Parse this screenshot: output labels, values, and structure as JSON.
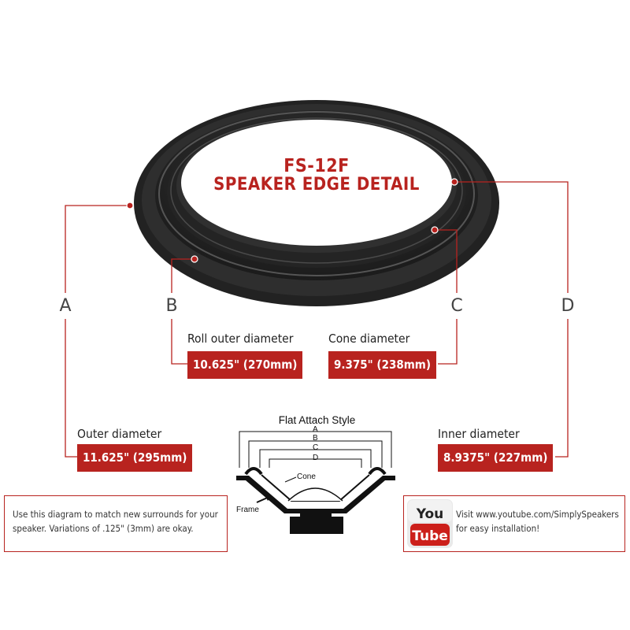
{
  "title": {
    "line1": "FS-12F",
    "line2": "SPEAKER EDGE DETAIL"
  },
  "letters": {
    "a": "A",
    "b": "B",
    "c": "C",
    "d": "D"
  },
  "measurements": {
    "outer": {
      "label": "Outer diameter",
      "value": "11.625\" (295mm)"
    },
    "roll_outer": {
      "label": "Roll outer diameter",
      "value": "10.625\" (270mm)"
    },
    "cone": {
      "label": "Cone diameter",
      "value": "9.375\" (238mm)"
    },
    "inner": {
      "label": "Inner diameter",
      "value": "8.9375\" (227mm)"
    }
  },
  "cross_section": {
    "title": "Flat Attach Style",
    "labels": {
      "a": "A",
      "b": "B",
      "c": "C",
      "d": "D",
      "cone": "Cone",
      "frame": "Frame"
    }
  },
  "note": "Use this diagram to match new surrounds for your speaker. Variations of .125\" (3mm) are okay.",
  "youtube": {
    "logo_top": "You",
    "logo_bottom": "Tube",
    "text": "Visit www.youtube.com/SimplySpeakers for easy installation!"
  },
  "colors": {
    "accent": "#b8231f",
    "surround": "#2a2a2a"
  }
}
